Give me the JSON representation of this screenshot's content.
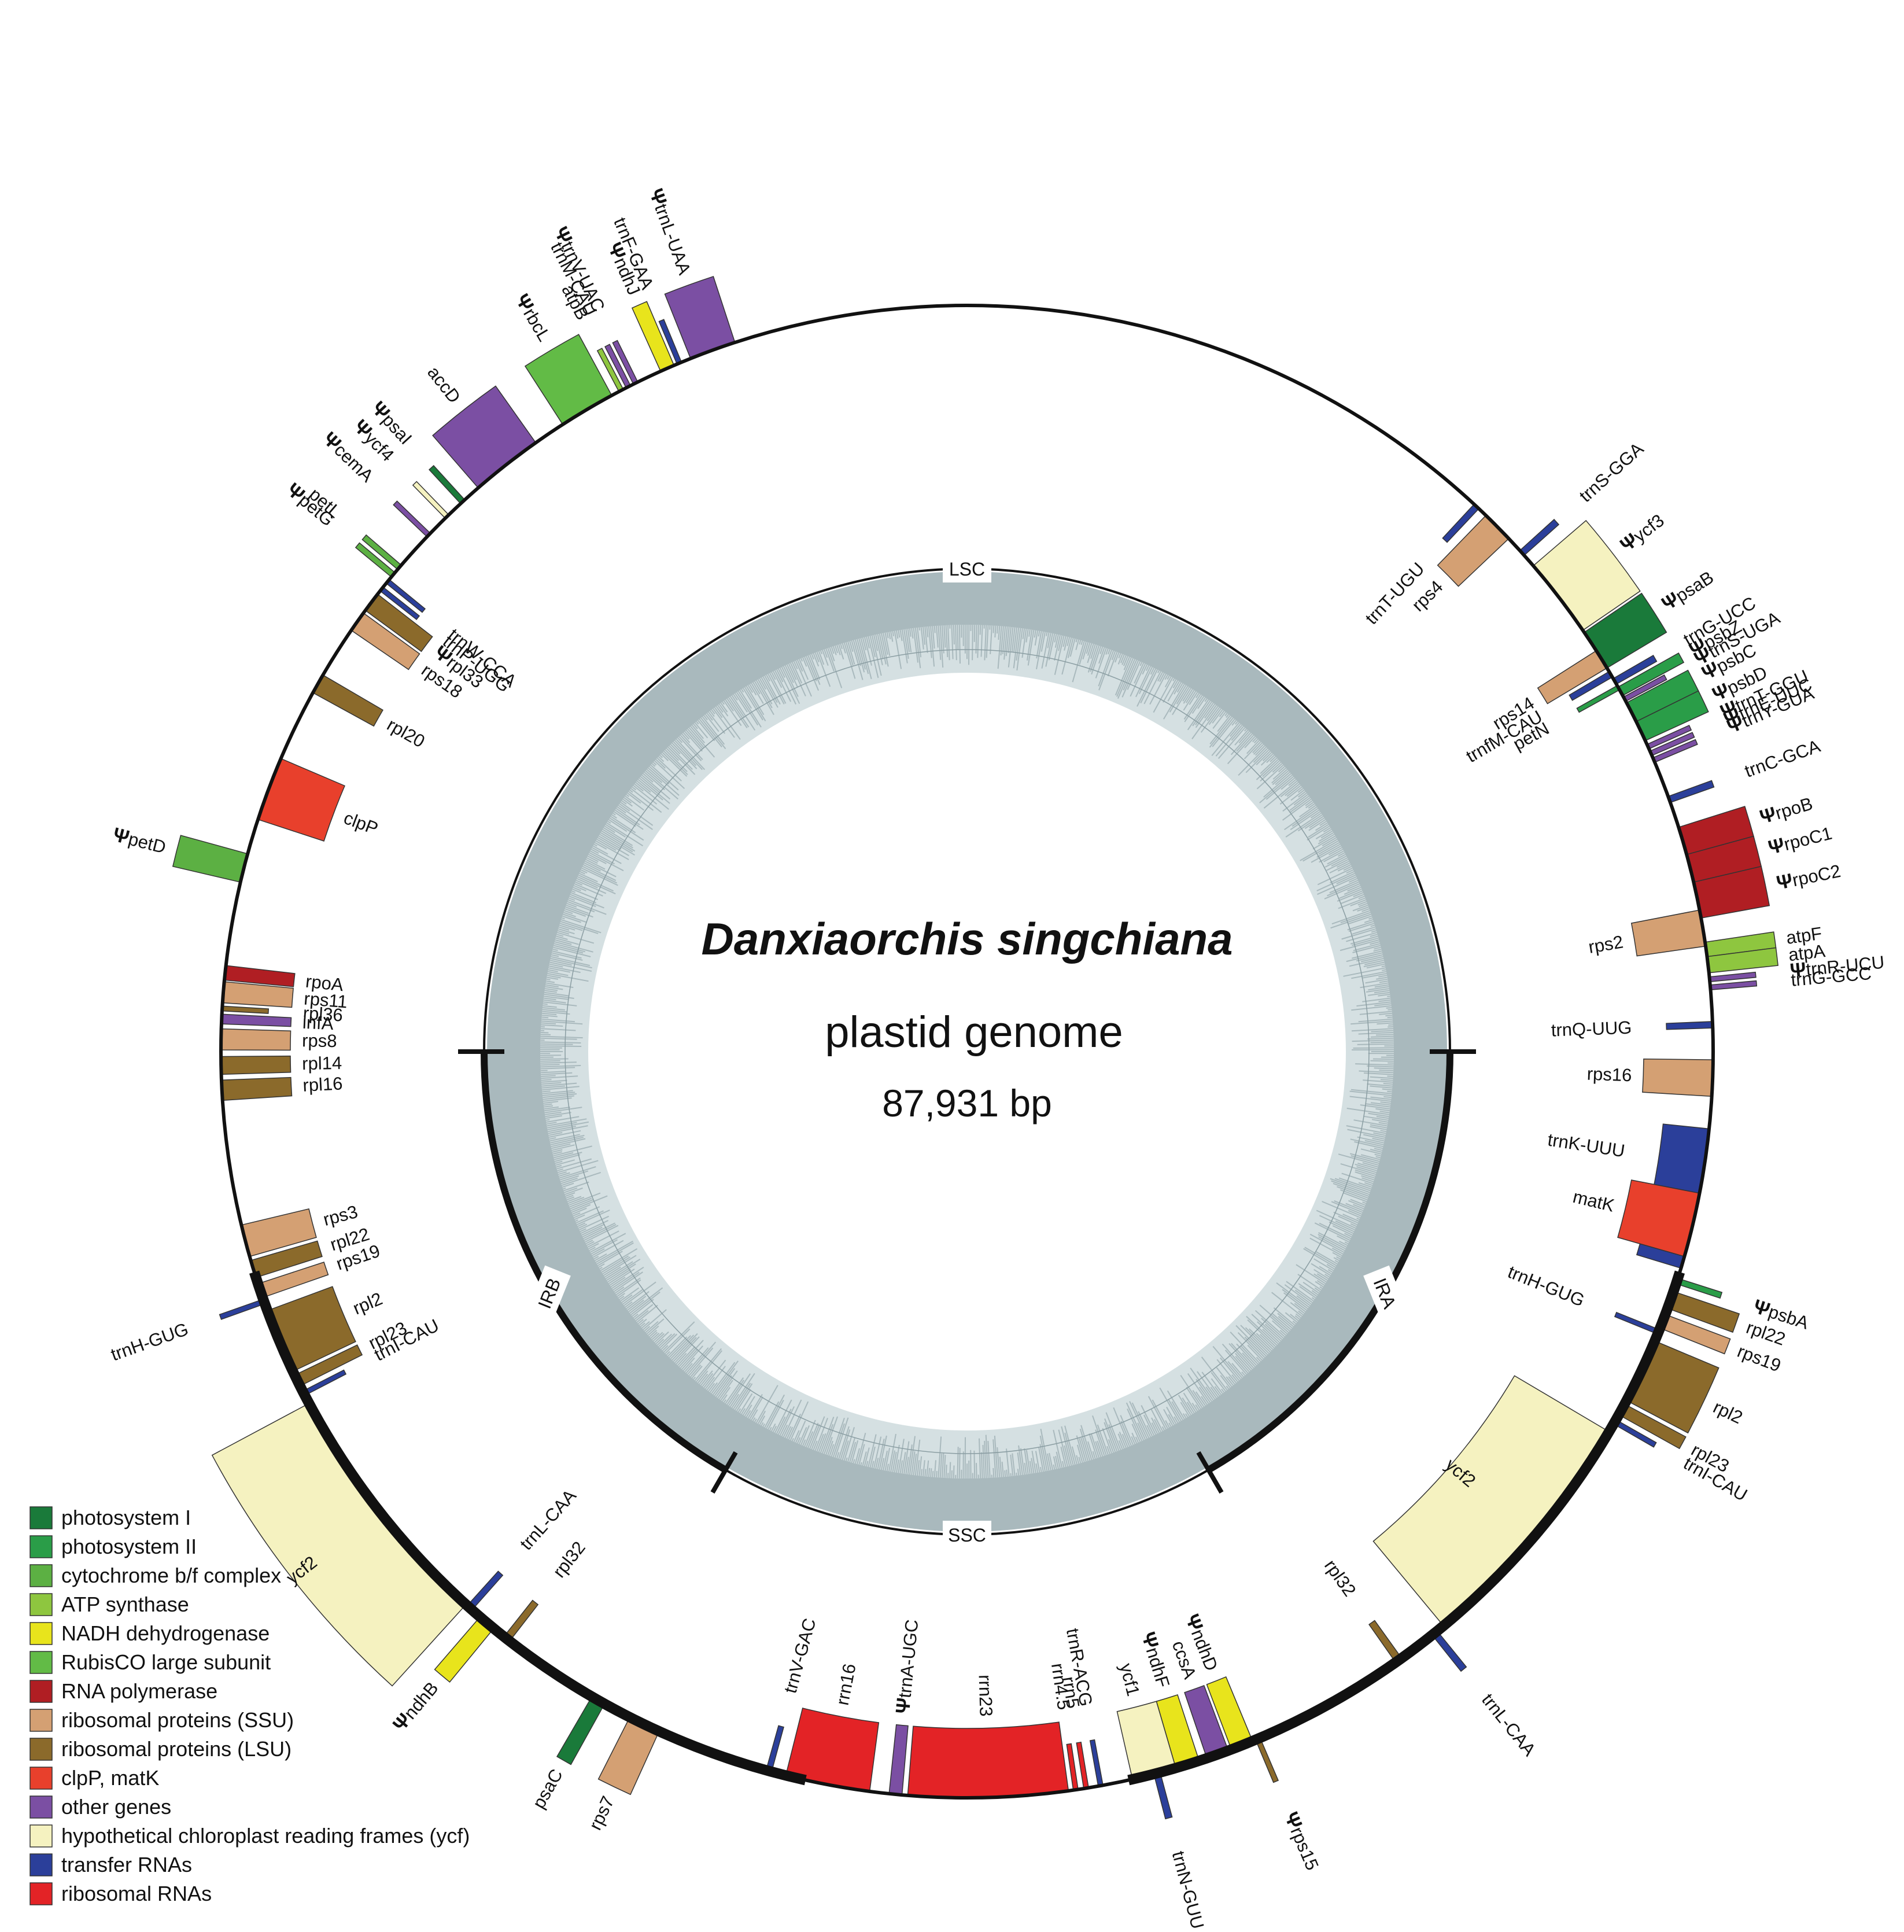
{
  "title": {
    "species": "Danxiaorchis singchiana",
    "subtitle": "plastid genome",
    "size": "87,931 bp"
  },
  "genome_length": 87931,
  "region_labels": [
    "LSC",
    "IRB",
    "SSC",
    "IRA"
  ],
  "categories": {
    "PSI": {
      "label": "photosystem I",
      "color": "#1a7a3a"
    },
    "PSII": {
      "label": "photosystem II",
      "color": "#2a9d48"
    },
    "CYT": {
      "label": "cytochrome b/f complex",
      "color": "#5cb043"
    },
    "ATP": {
      "label": "ATP synthase",
      "color": "#8ec63f"
    },
    "NDH": {
      "label": "NADH dehydrogenase",
      "color": "#e8e41c"
    },
    "RBC": {
      "label": "RubisCO large subunit",
      "color": "#62bb46"
    },
    "RPO": {
      "label": "RNA polymerase",
      "color": "#b01e23"
    },
    "SSU": {
      "label": "ribosomal proteins (SSU)",
      "color": "#d4a073"
    },
    "LSU": {
      "label": "ribosomal proteins (LSU)",
      "color": "#8b6a2b"
    },
    "CLP": {
      "label": "clpP, matK",
      "color": "#e8402c"
    },
    "OTH": {
      "label": "other genes",
      "color": "#7b4fa3"
    },
    "YCF": {
      "label": "hypothetical chloroplast reading frames (ycf)",
      "color": "#f5f2c0"
    },
    "TRNA": {
      "label": "transfer RNAs",
      "color": "#2b3f9a"
    },
    "RRNA": {
      "label": "ribosomal RNAs",
      "color": "#e32326"
    }
  },
  "legend": [
    "PSI",
    "PSII",
    "CYT",
    "ATP",
    "NDH",
    "RBC",
    "RPO",
    "SSU",
    "LSU",
    "CLP",
    "OTH",
    "YCF",
    "TRNA",
    "RRNA"
  ],
  "genes": [
    {
      "name": "trnT-UGU",
      "cat": "TRNA",
      "start": 68.5,
      "end": 69.3,
      "side": "in"
    },
    {
      "name": "rps4",
      "cat": "SSU",
      "start": 70.5,
      "end": 74.5,
      "side": "in"
    },
    {
      "name": "trnS-GGA",
      "cat": "TRNA",
      "start": 76.5,
      "end": 77.3,
      "side": "out"
    },
    {
      "name": "ycf3",
      "psi": true,
      "cat": "YCF",
      "start": 79.0,
      "end": 89.0,
      "side": "out"
    },
    {
      "name": "psaB",
      "psi": true,
      "cat": "PSI",
      "start": 89.3,
      "end": 94.5,
      "side": "out"
    },
    {
      "name": "rps14",
      "cat": "SSU",
      "start": 92.0,
      "end": 94.5,
      "side": "in"
    },
    {
      "name": "trnfM-CAU",
      "cat": "TRNA",
      "start": 95.0,
      "end": 95.8,
      "side": "in"
    },
    {
      "name": "petN",
      "cat": "PSII",
      "start": 97.0,
      "end": 97.6,
      "side": "in"
    },
    {
      "name": "trnG-UCC",
      "cat": "TRNA",
      "start": 96.0,
      "end": 96.8,
      "side": "out"
    },
    {
      "name": "psbZ",
      "psi": true,
      "cat": "PSII",
      "start": 97.2,
      "end": 98.4,
      "side": "out"
    },
    {
      "name": "trnS-UGA",
      "psi": true,
      "cat": "OTH",
      "start": 98.6,
      "end": 99.2,
      "side": "out"
    },
    {
      "name": "psbC",
      "psi": true,
      "cat": "PSII",
      "start": 99.4,
      "end": 102.0,
      "side": "out"
    },
    {
      "name": "psbD",
      "psi": true,
      "cat": "PSII",
      "start": 102.0,
      "end": 104.6,
      "side": "out"
    },
    {
      "name": "trnT-GGU",
      "psi": true,
      "cat": "OTH",
      "start": 105.1,
      "end": 105.7,
      "side": "out"
    },
    {
      "name": "trnE-UUC",
      "psi": true,
      "cat": "OTH",
      "start": 106.0,
      "end": 106.6,
      "side": "out"
    },
    {
      "name": "trnY-GUA",
      "psi": true,
      "cat": "OTH",
      "start": 106.9,
      "end": 107.5,
      "side": "out"
    },
    {
      "name": "trnC-GCA",
      "cat": "TRNA",
      "start": 112.0,
      "end": 112.8,
      "side": "out"
    },
    {
      "name": "rpoB",
      "psi": true,
      "cat": "RPO",
      "start": 116.0,
      "end": 119.5,
      "side": "out"
    },
    {
      "name": "rpoC1",
      "psi": true,
      "cat": "RPO",
      "start": 119.5,
      "end": 123.0,
      "side": "out"
    },
    {
      "name": "rpoC2",
      "psi": true,
      "cat": "RPO",
      "start": 123.0,
      "end": 127.5,
      "side": "out"
    },
    {
      "name": "rps2",
      "cat": "SSU",
      "start": 126.5,
      "end": 131.0,
      "side": "in"
    },
    {
      "name": "atpF",
      "cat": "ATP",
      "start": 130.5,
      "end": 132.3,
      "side": "out"
    },
    {
      "name": "atpA",
      "cat": "ATP",
      "start": 132.3,
      "end": 134.3,
      "side": "out"
    },
    {
      "name": "trnR-UCU",
      "psi": true,
      "cat": "OTH",
      "start": 134.8,
      "end": 135.4,
      "side": "out"
    },
    {
      "name": "trnG-GCC",
      "cat": "OTH",
      "start": 135.8,
      "end": 136.4,
      "side": "out"
    },
    {
      "name": "trnQ-UUG",
      "cat": "TRNA",
      "start": 140.3,
      "end": 141.1,
      "side": "in"
    },
    {
      "name": "rps16",
      "cat": "SSU",
      "start": 145.0,
      "end": 149.5,
      "side": "in"
    },
    {
      "name": "trnK-UUU",
      "cat": "TRNA",
      "start": 153.5,
      "end": 162.0,
      "side": "in"
    },
    {
      "name": "matK",
      "cat": "CLP",
      "start": 161.5,
      "end": 169.5,
      "side": "in"
    },
    {
      "name": "trnK-UUU-3",
      "cat": "TRNA",
      "start": 169.5,
      "end": 171.0,
      "side": "in"
    },
    {
      "name": "psbA",
      "psi": true,
      "cat": "PSII",
      "start": 172.3,
      "end": 173.0,
      "side": "out"
    },
    {
      "name": "rpl22",
      "cat": "LSU",
      "start": 174.0,
      "end": 176.2,
      "side": "out"
    },
    {
      "name": "rps19",
      "cat": "SSU",
      "start": 177.0,
      "end": 178.8,
      "side": "out"
    },
    {
      "name": "trnH-GUG",
      "cat": "TRNA",
      "start": 179.0,
      "end": 179.6,
      "side": "in"
    },
    {
      "name": "rpl2",
      "cat": "LSU",
      "start": 180.5,
      "end": 188.6,
      "side": "out"
    },
    {
      "name": "rpl23",
      "cat": "LSU",
      "start": 189.1,
      "end": 190.6,
      "side": "out"
    },
    {
      "name": "trnI-CAU",
      "cat": "TRNA",
      "start": 191.3,
      "end": 191.9,
      "side": "out"
    },
    {
      "name": "ycf2",
      "cat": "YCF",
      "start": 193.0,
      "end": 224.5,
      "side": "in"
    },
    {
      "name": "rpl32",
      "cat": "LSU",
      "start": 231.0,
      "end": 231.9,
      "side": "in"
    },
    {
      "name": "trnL-CAA",
      "cat": "TRNA",
      "start": 225.5,
      "end": 226.3,
      "side": "out"
    },
    {
      "name": "rps15",
      "psi": true,
      "cat": "LSU",
      "start": 251.0,
      "end": 251.6,
      "side": "out"
    },
    {
      "name": "ndhD",
      "psi": true,
      "cat": "NDH",
      "start": 252.0,
      "end": 254.8,
      "side": "in"
    },
    {
      "name": "ccsA",
      "cat": "OTH",
      "start": 255.2,
      "end": 258.0,
      "side": "in"
    },
    {
      "name": "ndhF",
      "psi": true,
      "cat": "NDH",
      "start": 259.0,
      "end": 262.0,
      "side": "in"
    },
    {
      "name": "ycf1",
      "cat": "YCF",
      "start": 262.0,
      "end": 267.5,
      "side": "in"
    },
    {
      "name": "trnN-GUU",
      "cat": "TRNA",
      "start": 264.0,
      "end": 264.8,
      "side": "out"
    },
    {
      "name": "trnR-ACG",
      "cat": "TRNA",
      "start": 271.2,
      "end": 271.8,
      "side": "in"
    },
    {
      "name": "rrn5",
      "cat": "RRNA",
      "start": 273.0,
      "end": 273.6,
      "side": "in"
    },
    {
      "name": "rrn4.5",
      "cat": "RRNA",
      "start": 274.3,
      "end": 274.9,
      "side": "in"
    },
    {
      "name": "rrn23",
      "cat": "RRNA",
      "start": 275.5,
      "end": 295.3,
      "side": "in"
    },
    {
      "name": "trnA-UGC",
      "psi": true,
      "cat": "OTH",
      "start": 296.0,
      "end": 297.6,
      "side": "in"
    },
    {
      "name": "rrn16",
      "cat": "RRNA",
      "start": 300.0,
      "end": 310.5,
      "side": "in"
    },
    {
      "name": "trnV-GAC",
      "cat": "TRNA",
      "start": 312.3,
      "end": 313.0,
      "side": "in"
    },
    {
      "name": "rps7",
      "cat": "SSU",
      "start": 327.0,
      "end": 331.0,
      "side": "out"
    },
    {
      "name": "psaC",
      "cat": "PSI",
      "start": 334.5,
      "end": 336.3,
      "side": "out"
    },
    {
      "name": "rpl32-b",
      "cat": "LSU",
      "start": 348.5,
      "end": 349.4,
      "side": "in"
    },
    {
      "name": "ndhB",
      "psi": true,
      "cat": "NDH",
      "start": 351.0,
      "end": 353.2,
      "side": "out"
    },
    {
      "name": "trnL-CAA-b",
      "cat": "TRNA",
      "start": 354.5,
      "end": 355.3,
      "side": "in"
    },
    {
      "name": "ycf2-b",
      "cat": "YCF",
      "start": 355.5,
      "end": 387.0,
      "side": "out"
    },
    {
      "name": "trnI-CAU-b",
      "cat": "TRNA",
      "start": 388.1,
      "end": 388.7,
      "side": "in"
    },
    {
      "name": "rpl23-b",
      "cat": "LSU",
      "start": 389.4,
      "end": 390.9,
      "side": "in"
    },
    {
      "name": "rpl2-b",
      "cat": "LSU",
      "start": 391.4,
      "end": 399.5,
      "side": "in"
    },
    {
      "name": "trnH-GUG-b",
      "cat": "TRNA",
      "start": 400.4,
      "end": 401.0,
      "side": "out"
    },
    {
      "name": "rps19-b",
      "cat": "SSU",
      "start": 401.2,
      "end": 403.0,
      "side": "in"
    },
    {
      "name": "rpl22-b",
      "cat": "LSU",
      "start": 403.8,
      "end": 406.0,
      "side": "in"
    },
    {
      "name": "rps3",
      "cat": "SSU",
      "start": 406.5,
      "end": 410.5,
      "side": "in"
    },
    {
      "name": "rpl16",
      "cat": "LSU",
      "start": 426.0,
      "end": 428.5,
      "side": "in"
    },
    {
      "name": "rpl14",
      "cat": "LSU",
      "start": 429.2,
      "end": 431.4,
      "side": "in"
    },
    {
      "name": "rps8",
      "cat": "SSU",
      "start": 432.2,
      "end": 434.8,
      "side": "in"
    },
    {
      "name": "infA",
      "cat": "OTH",
      "start": 435.4,
      "end": 436.6,
      "side": "in"
    },
    {
      "name": "rpl36",
      "cat": "LSU",
      "start": 437.0,
      "end": 437.6,
      "side": "in"
    },
    {
      "name": "rps11",
      "cat": "SSU",
      "start": 438.0,
      "end": 440.6,
      "side": "in"
    },
    {
      "name": "rpoA",
      "cat": "RPO",
      "start": 440.8,
      "end": 442.6,
      "side": "in"
    },
    {
      "name": "petD",
      "psi": true,
      "cat": "CYT",
      "start": 453.0,
      "end": 456.6,
      "side": "out"
    },
    {
      "name": "clpP",
      "cat": "CLP",
      "start": 461.0,
      "end": 469.0,
      "side": "in"
    },
    {
      "name": "rpl20",
      "cat": "LSU",
      "start": 478.0,
      "end": 480.5,
      "side": "in"
    },
    {
      "name": "rps18",
      "cat": "SSU",
      "start": 487.0,
      "end": 489.6,
      "side": "in"
    },
    {
      "name": "rpl33",
      "psi": true,
      "cat": "LSU",
      "start": 490.0,
      "end": 492.5,
      "side": "in"
    },
    {
      "name": "trnP-UGG",
      "cat": "TRNA",
      "start": 493.0,
      "end": 493.6,
      "side": "in"
    },
    {
      "name": "trnW-CCA",
      "cat": "TRNA",
      "start": 494.2,
      "end": 494.8,
      "side": "in"
    },
    {
      "name": "petG",
      "psi": true,
      "cat": "CYT",
      "start": 495.2,
      "end": 495.9,
      "side": "out"
    },
    {
      "name": "petL",
      "cat": "CYT",
      "start": 496.4,
      "end": 497.1,
      "side": "out"
    },
    {
      "name": "cemA",
      "psi": true,
      "cat": "OTH",
      "start": 501.8,
      "end": 502.4,
      "side": "out"
    },
    {
      "name": "ycf4",
      "psi": true,
      "cat": "YCF",
      "start": 505.0,
      "end": 505.6,
      "side": "out"
    },
    {
      "name": "psaI",
      "psi": true,
      "cat": "PSI",
      "start": 507.6,
      "end": 508.3,
      "side": "out"
    },
    {
      "name": "accD",
      "cat": "OTH",
      "start": 510.5,
      "end": 519.5,
      "side": "out"
    },
    {
      "name": "rbcL",
      "psi": true,
      "cat": "RBC",
      "start": 523.5,
      "end": 530.5,
      "side": "out"
    },
    {
      "name": "atpB",
      "cat": "ATP",
      "start": 531.5,
      "end": 532.1,
      "side": "out"
    },
    {
      "name": "trnM-CAU",
      "cat": "OTH",
      "start": 532.5,
      "end": 533.1,
      "side": "out"
    },
    {
      "name": "trnV-UAC",
      "psi": true,
      "cat": "OTH",
      "start": 533.5,
      "end": 534.1,
      "side": "out"
    },
    {
      "name": "ndhJ",
      "psi": true,
      "cat": "NDH",
      "start": 537.2,
      "end": 539.0,
      "side": "out"
    },
    {
      "name": "trnF-GAA",
      "cat": "TRNA",
      "start": 539.4,
      "end": 540.0,
      "side": "out"
    },
    {
      "name": "trnL-UAA",
      "psi": true,
      "cat": "OTH",
      "start": 541.2,
      "end": 547.0,
      "side": "out"
    }
  ],
  "gene_labels": [
    {
      "name": "trnT-UGU",
      "psi": false
    },
    {
      "name": "rps4",
      "psi": false
    },
    {
      "name": "trnS-GGA",
      "psi": false
    },
    {
      "name": "ycf3",
      "psi": true
    },
    {
      "name": "psaB",
      "psi": true
    },
    {
      "name": "rps14",
      "psi": false
    },
    {
      "name": "trnfM-CAU",
      "psi": false
    },
    {
      "name": "petN",
      "psi": false
    },
    {
      "name": "trnG-UCC",
      "psi": false
    },
    {
      "name": "psbZ",
      "psi": true
    },
    {
      "name": "trnS-UGA",
      "psi": true
    },
    {
      "name": "psbC",
      "psi": true
    },
    {
      "name": "psbD",
      "psi": true
    },
    {
      "name": "trnT-GGU",
      "psi": true
    },
    {
      "name": "trnE-UUC",
      "psi": true
    },
    {
      "name": "trnY-GUA",
      "psi": true
    },
    {
      "name": "trnC-GCA",
      "psi": false
    },
    {
      "name": "rpoB",
      "psi": true
    },
    {
      "name": "rpoC1",
      "psi": true
    },
    {
      "name": "rpoC2",
      "psi": true
    },
    {
      "name": "rps2",
      "psi": false
    },
    {
      "name": "atpF",
      "psi": false
    },
    {
      "name": "atpA",
      "psi": false
    },
    {
      "name": "trnR-UCU",
      "psi": true
    },
    {
      "name": "trnG-GCC",
      "psi": false
    },
    {
      "name": "trnQ-UUG",
      "psi": false
    },
    {
      "name": "rps16",
      "psi": false
    },
    {
      "name": "trnK-UUU",
      "psi": false
    },
    {
      "name": "matK",
      "psi": false
    },
    {
      "name": "psbA",
      "psi": true
    },
    {
      "name": "rpl22",
      "psi": false
    },
    {
      "name": "rps19",
      "psi": false
    },
    {
      "name": "trnH-GUG",
      "psi": false
    },
    {
      "name": "rpl2",
      "psi": false
    },
    {
      "name": "rpl23",
      "psi": false
    },
    {
      "name": "trnI-CAU",
      "psi": false
    },
    {
      "name": "ycf2",
      "psi": false
    },
    {
      "name": "rpl32",
      "psi": false
    },
    {
      "name": "trnL-CAA",
      "psi": false
    },
    {
      "name": "rps15",
      "psi": true
    },
    {
      "name": "ndhD",
      "psi": true
    },
    {
      "name": "ccsA",
      "psi": false
    },
    {
      "name": "ndhF",
      "psi": true
    },
    {
      "name": "ycf1",
      "psi": false
    },
    {
      "name": "trnN-GUU",
      "psi": false
    },
    {
      "name": "trnR-ACG",
      "psi": false
    },
    {
      "name": "rrn5",
      "psi": false
    },
    {
      "name": "rrn4.5",
      "psi": false
    },
    {
      "name": "rrn23",
      "psi": false
    },
    {
      "name": "trnA-UGC",
      "psi": true
    },
    {
      "name": "rrn16",
      "psi": false
    },
    {
      "name": "trnV-GAC",
      "psi": false
    },
    {
      "name": "rps7",
      "psi": false
    },
    {
      "name": "psaC",
      "psi": false
    },
    {
      "name": "rpl32",
      "psi": false
    },
    {
      "name": "ndhB",
      "psi": true
    },
    {
      "name": "trnL-CAA",
      "psi": false
    },
    {
      "name": "ycf2",
      "psi": false
    },
    {
      "name": "trnI-CAU",
      "psi": false
    },
    {
      "name": "rpl23",
      "psi": false
    },
    {
      "name": "rpl2",
      "psi": false
    },
    {
      "name": "trnH-GUG",
      "psi": false
    },
    {
      "name": "rps19",
      "psi": false
    },
    {
      "name": "rpl22",
      "psi": false
    },
    {
      "name": "rps3",
      "psi": false
    },
    {
      "name": "rpl16",
      "psi": false
    },
    {
      "name": "rpl14",
      "psi": false
    },
    {
      "name": "rps8",
      "psi": false
    },
    {
      "name": "infA",
      "psi": false
    },
    {
      "name": "rpl36",
      "psi": false
    },
    {
      "name": "rps11",
      "psi": false
    },
    {
      "name": "rpoA",
      "psi": false
    },
    {
      "name": "petD",
      "psi": true
    },
    {
      "name": "clpP",
      "psi": false
    },
    {
      "name": "rpl20",
      "psi": false
    },
    {
      "name": "rps18",
      "psi": false
    },
    {
      "name": "rpl33",
      "psi": true
    },
    {
      "name": "trnP-UGG",
      "psi": false
    },
    {
      "name": "trnW-CCA",
      "psi": false
    },
    {
      "name": "petG",
      "psi": true
    },
    {
      "name": "petL",
      "psi": false
    },
    {
      "name": "cemA",
      "psi": true
    },
    {
      "name": "ycf4",
      "psi": true
    },
    {
      "name": "psaI",
      "psi": true
    },
    {
      "name": "accD",
      "psi": false
    },
    {
      "name": "rbcL",
      "psi": true
    },
    {
      "name": "atpB",
      "psi": false
    },
    {
      "name": "trnM-CAU",
      "psi": false
    },
    {
      "name": "trnV-UAC",
      "psi": true
    },
    {
      "name": "ndhJ",
      "psi": true
    },
    {
      "name": "trnF-GAA",
      "psi": false
    },
    {
      "name": "trnL-UAA",
      "psi": true
    }
  ]
}
